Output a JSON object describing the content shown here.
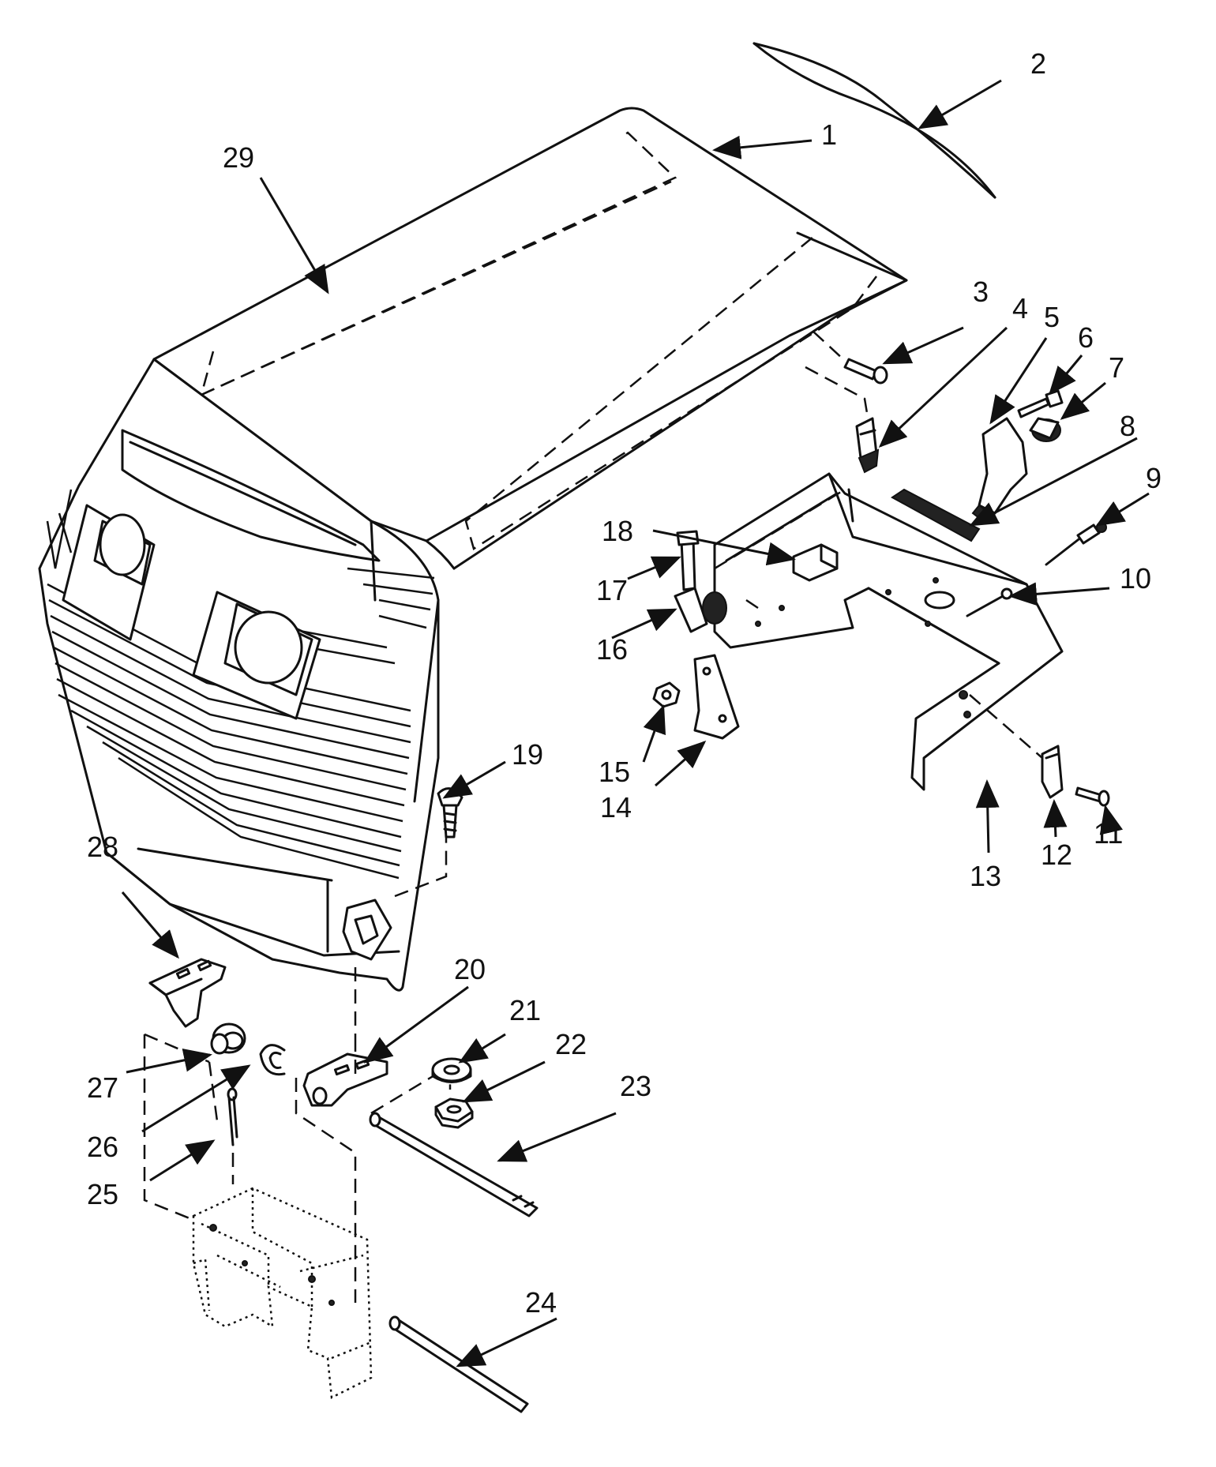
{
  "diagram": {
    "callouts": [
      {
        "id": "1",
        "text": "1"
      },
      {
        "id": "2",
        "text": "2"
      },
      {
        "id": "3",
        "text": "3"
      },
      {
        "id": "4",
        "text": "4"
      },
      {
        "id": "5",
        "text": "5"
      },
      {
        "id": "6",
        "text": "6"
      },
      {
        "id": "7",
        "text": "7"
      },
      {
        "id": "8",
        "text": "8"
      },
      {
        "id": "9",
        "text": "9"
      },
      {
        "id": "10",
        "text": "10"
      },
      {
        "id": "11",
        "text": "11"
      },
      {
        "id": "12",
        "text": "12"
      },
      {
        "id": "13",
        "text": "13"
      },
      {
        "id": "14",
        "text": "14"
      },
      {
        "id": "15",
        "text": "15"
      },
      {
        "id": "16",
        "text": "16"
      },
      {
        "id": "17",
        "text": "17"
      },
      {
        "id": "18",
        "text": "18"
      },
      {
        "id": "19",
        "text": "19"
      },
      {
        "id": "20",
        "text": "20"
      },
      {
        "id": "21",
        "text": "21"
      },
      {
        "id": "22",
        "text": "22"
      },
      {
        "id": "23",
        "text": "23"
      },
      {
        "id": "24",
        "text": "24"
      },
      {
        "id": "25",
        "text": "25"
      },
      {
        "id": "26",
        "text": "26"
      },
      {
        "id": "27",
        "text": "27"
      },
      {
        "id": "28",
        "text": "28"
      },
      {
        "id": "29",
        "text": "29"
      }
    ]
  }
}
